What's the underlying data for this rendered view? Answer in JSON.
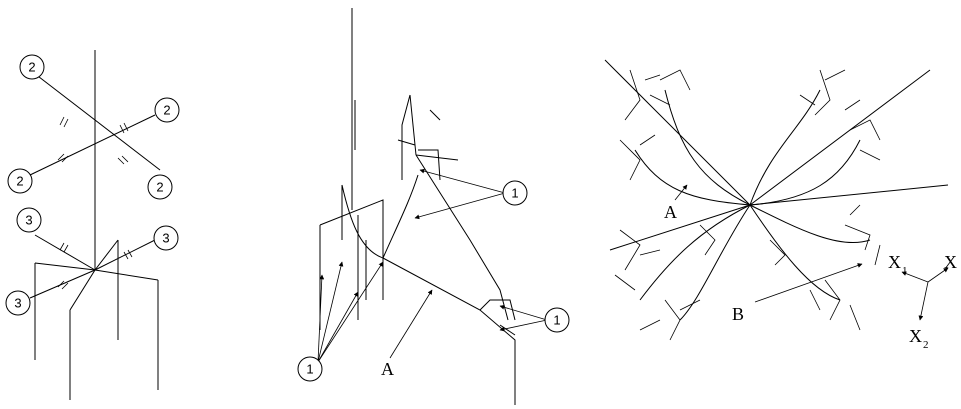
{
  "panel_left": {
    "marker_top": "2",
    "marker_bottom": "3"
  },
  "panel_middle": {
    "marker": "1",
    "label_a": "A"
  },
  "panel_right": {
    "label_a": "A",
    "label_b": "B",
    "axis_x1": "X",
    "axis_x1_sub": "1",
    "axis_x": "X",
    "axis_x2": "X",
    "axis_x2_sub": "2"
  }
}
